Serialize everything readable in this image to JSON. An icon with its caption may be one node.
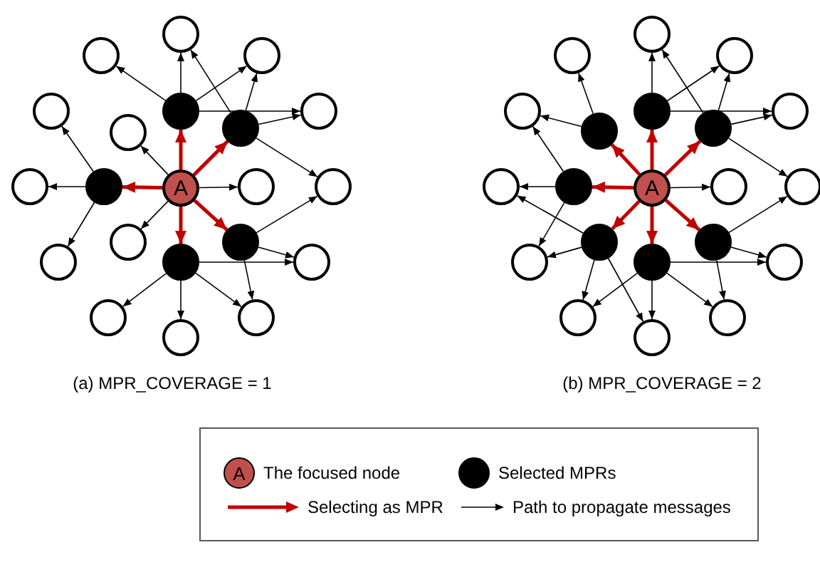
{
  "diagram": {
    "nodes": [
      {
        "text": [
          "A"
        ]
      },
      {
        "text": [],
        "shape": "circle"
      },
      {
        "text": [],
        "shape": "circle"
      },
      {
        "text": [],
        "shape": "circle"
      },
      {
        "text": [],
        "shape": "circle"
      },
      {
        "text": [],
        "shape": "circle"
      },
      {
        "text": [],
        "shape": "circle"
      },
      {
        "text": [],
        "shape": "circle"
      },
      {
        "text": [],
        "shape": "circle"
      },
      {
        "text": [],
        "shape": "circle"
      },
      {
        "text": [],
        "shape": "circle"
      },
      {
        "text": [],
        "shape": "circle"
      },
      {
        "text": [],
        "shape": "circle"
      },
      {
        "text": [],
        "shape": "circle"
      },
      {
        "text": [],
        "shape": "circle"
      },
      {
        "text": [],
        "shape": "circle"
      },
      {
        "text": [],
        "shape": "circle"
      },
      {
        "text": [],
        "shape": "circle"
      },
      {
        "text": [],
        "shape": "circle"
      },
      {
        "text": [],
        "shape": "circle"
      },
      {
        "text": [],
        "shape": "circle"
      },
      {
        "text": [
          "A"
        ]
      },
      {
        "text": [],
        "shape": "circle"
      },
      {
        "text": [],
        "shape": "circle"
      },
      {
        "text": [],
        "shape": "circle"
      },
      {
        "text": [],
        "shape": "circle"
      },
      {
        "text": [],
        "shape": "circle"
      },
      {
        "text": [],
        "shape": "circle"
      },
      {
        "text": [],
        "shape": "circle"
      },
      {
        "text": [],
        "shape": "circle"
      },
      {
        "text": [],
        "shape": "circle"
      },
      {
        "text": [],
        "shape": "circle"
      },
      {
        "text": [],
        "shape": "circle"
      },
      {
        "text": [],
        "shape": "circle"
      },
      {
        "text": [],
        "shape": "circle"
      },
      {
        "text": [],
        "shape": "circle"
      },
      {
        "text": [],
        "shape": "circle"
      },
      {
        "text": [],
        "shape": "circle"
      },
      {
        "text": [],
        "shape": "circle"
      },
      {
        "text": [],
        "shape": "circle"
      },
      {
        "text": [],
        "shape": "circle"
      },
      {
        "text": [],
        "shape": "circle"
      }
    ],
    "edges": [
      {
        "from": 0,
        "to": 1,
        "arrow": "to",
        "style": "thick",
        "color": "#c00000"
      },
      {
        "from": 0,
        "to": 2,
        "arrow": "to",
        "style": "thick",
        "color": "#c00000"
      },
      {
        "from": 0,
        "to": 3,
        "arrow": "to",
        "style": "thick",
        "color": "#c00000"
      },
      {
        "from": 0,
        "to": 4,
        "arrow": "to",
        "style": "thick",
        "color": "#c00000"
      },
      {
        "from": 0,
        "to": 5,
        "arrow": "to",
        "style": "thick",
        "color": "#c00000"
      },
      {
        "from": 0,
        "to": 11,
        "arrow": "to"
      },
      {
        "from": 0,
        "to": 13,
        "arrow": "to"
      },
      {
        "from": 0,
        "to": 15,
        "arrow": "to"
      },
      {
        "from": 1,
        "to": 6,
        "arrow": "to"
      },
      {
        "from": 1,
        "to": 7,
        "arrow": "to"
      },
      {
        "from": 1,
        "to": 8,
        "arrow": "to"
      },
      {
        "from": 1,
        "to": 10,
        "arrow": "to"
      },
      {
        "from": 2,
        "to": 6,
        "arrow": "to"
      },
      {
        "from": 2,
        "to": 8,
        "arrow": "to"
      },
      {
        "from": 2,
        "to": 10,
        "arrow": "to"
      },
      {
        "from": 2,
        "to": 14,
        "arrow": "to"
      },
      {
        "from": 3,
        "to": 9,
        "arrow": "to"
      },
      {
        "from": 3,
        "to": 12,
        "arrow": "to"
      },
      {
        "from": 3,
        "to": 16,
        "arrow": "to"
      },
      {
        "from": 4,
        "to": 14,
        "arrow": "to"
      },
      {
        "from": 4,
        "to": 17,
        "arrow": "to"
      },
      {
        "from": 4,
        "to": 19,
        "arrow": "to"
      },
      {
        "from": 5,
        "to": 18,
        "arrow": "to"
      },
      {
        "from": 5,
        "to": 20,
        "arrow": "to"
      },
      {
        "from": 5,
        "to": 19,
        "arrow": "to"
      },
      {
        "from": 5,
        "to": 17,
        "arrow": "to"
      },
      {
        "from": 21,
        "to": 22,
        "arrow": "to",
        "style": "thick",
        "color": "#c00000"
      },
      {
        "from": 21,
        "to": 23,
        "arrow": "to",
        "style": "thick",
        "color": "#c00000"
      },
      {
        "from": 21,
        "to": 24,
        "arrow": "to",
        "style": "thick",
        "color": "#c00000"
      },
      {
        "from": 21,
        "to": 25,
        "arrow": "to",
        "style": "thick",
        "color": "#c00000"
      },
      {
        "from": 21,
        "to": 26,
        "arrow": "to",
        "style": "thick",
        "color": "#c00000"
      },
      {
        "from": 21,
        "to": 27,
        "arrow": "to",
        "style": "thick",
        "color": "#c00000"
      },
      {
        "from": 21,
        "to": 28,
        "arrow": "to",
        "style": "thick",
        "color": "#c00000"
      },
      {
        "from": 21,
        "to": 35,
        "arrow": "to"
      },
      {
        "from": 22,
        "to": 29,
        "arrow": "to"
      },
      {
        "from": 22,
        "to": 31,
        "arrow": "to"
      },
      {
        "from": 22,
        "to": 33,
        "arrow": "to"
      },
      {
        "from": 23,
        "to": 29,
        "arrow": "to"
      },
      {
        "from": 23,
        "to": 31,
        "arrow": "to"
      },
      {
        "from": 23,
        "to": 33,
        "arrow": "to"
      },
      {
        "from": 23,
        "to": 36,
        "arrow": "to"
      },
      {
        "from": 24,
        "to": 30,
        "arrow": "to"
      },
      {
        "from": 24,
        "to": 32,
        "arrow": "to"
      },
      {
        "from": 25,
        "to": 32,
        "arrow": "to"
      },
      {
        "from": 25,
        "to": 34,
        "arrow": "to"
      },
      {
        "from": 25,
        "to": 37,
        "arrow": "to"
      },
      {
        "from": 26,
        "to": 34,
        "arrow": "to"
      },
      {
        "from": 26,
        "to": 37,
        "arrow": "to"
      },
      {
        "from": 26,
        "to": 39,
        "arrow": "to"
      },
      {
        "from": 26,
        "to": 41,
        "arrow": "to"
      },
      {
        "from": 27,
        "to": 39,
        "arrow": "to"
      },
      {
        "from": 27,
        "to": 41,
        "arrow": "to"
      },
      {
        "from": 27,
        "to": 40,
        "arrow": "to"
      },
      {
        "from": 27,
        "to": 38,
        "arrow": "to"
      },
      {
        "from": 28,
        "to": 36,
        "arrow": "to"
      },
      {
        "from": 28,
        "to": 38,
        "arrow": "to"
      },
      {
        "from": 28,
        "to": 40,
        "arrow": "to"
      }
    ],
    "labels": [
      "(a) MPR_COVERAGE = 1",
      "(b) MPR_COVERAGE = 2",
      "A"
    ],
    "legend": [
      {
        "text": "The focused node",
        "color": "#c0504d"
      },
      {
        "text": "Selected MPRs",
        "color": "#000000"
      },
      {
        "text": "Selecting as MPR"
      },
      {
        "text": "Path to propagate messages"
      }
    ]
  }
}
